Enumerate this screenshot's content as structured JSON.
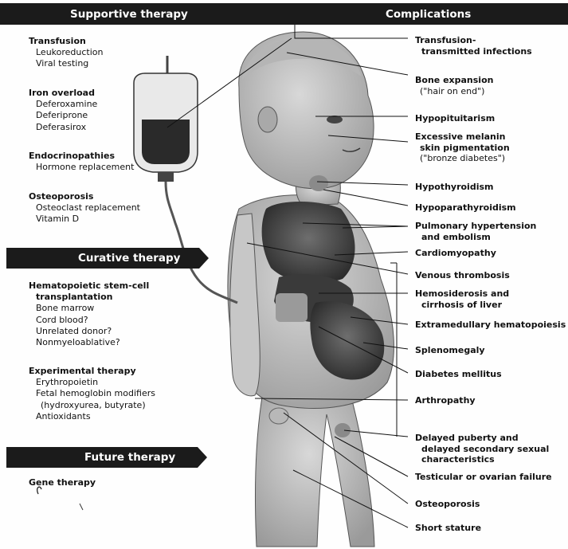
{
  "headers": {
    "supportive": "Supportive therapy",
    "complications": "Complications",
    "curative": "Curative therapy",
    "future": "Future therapy"
  },
  "supportive": {
    "transfusion": {
      "title": "Transfusion",
      "items": [
        "Leukoreduction",
        "Viral testing"
      ]
    },
    "iron": {
      "title": "Iron overload",
      "items": [
        "Deferoxamine",
        "Deferiprone",
        "Deferasirox"
      ]
    },
    "endo": {
      "title": "Endocrinopathies",
      "items": [
        "Hormone replacement"
      ]
    },
    "osteo": {
      "title": "Osteoporosis",
      "items": [
        "Osteoclast replacement",
        "Vitamin D"
      ]
    }
  },
  "curative": {
    "hsct": {
      "title_line1": "Hematopoietic stem-cell",
      "title_line2": "transplantation",
      "items": [
        "Bone marrow",
        "Cord blood?",
        "Unrelated donor?",
        "Nonmyeloablative?"
      ]
    },
    "experimental": {
      "title": "Experimental therapy",
      "items": [
        "Erythropoietin",
        "Fetal hemoglobin modifiers",
        "(hydroxyurea, butyrate)",
        "Antioxidants"
      ]
    }
  },
  "future": {
    "gene": "Gene therapy"
  },
  "complications": [
    {
      "line1": "Transfusion-",
      "line2": "transmitted infections"
    },
    {
      "line1": "Bone expansion",
      "line2": "(\"hair on end\")"
    },
    {
      "line1": "Hypopituitarism"
    },
    {
      "line1": "Excessive melanin",
      "line2": "skin pigmentation",
      "line3": "(\"bronze diabetes\")"
    },
    {
      "line1": "Hypothyroidism"
    },
    {
      "line1": "Hypoparathyroidism"
    },
    {
      "line1": "Pulmonary hypertension",
      "line2": "and embolism"
    },
    {
      "line1": "Cardiomyopathy"
    },
    {
      "line1": "Venous thrombosis"
    },
    {
      "line1": "Hemosiderosis and",
      "line2": "cirrhosis of liver"
    },
    {
      "line1": "Extramedullary hematopoiesis"
    },
    {
      "line1": "Splenomegaly"
    },
    {
      "line1": "Diabetes mellitus"
    },
    {
      "line1": "Arthropathy"
    },
    {
      "line1": "Delayed puberty and",
      "line2": "delayed secondary sexual",
      "line3": "characteristics"
    },
    {
      "line1": "Testicular or ovarian failure"
    },
    {
      "line1": "Osteoporosis"
    },
    {
      "line1": "Short stature"
    }
  ]
}
